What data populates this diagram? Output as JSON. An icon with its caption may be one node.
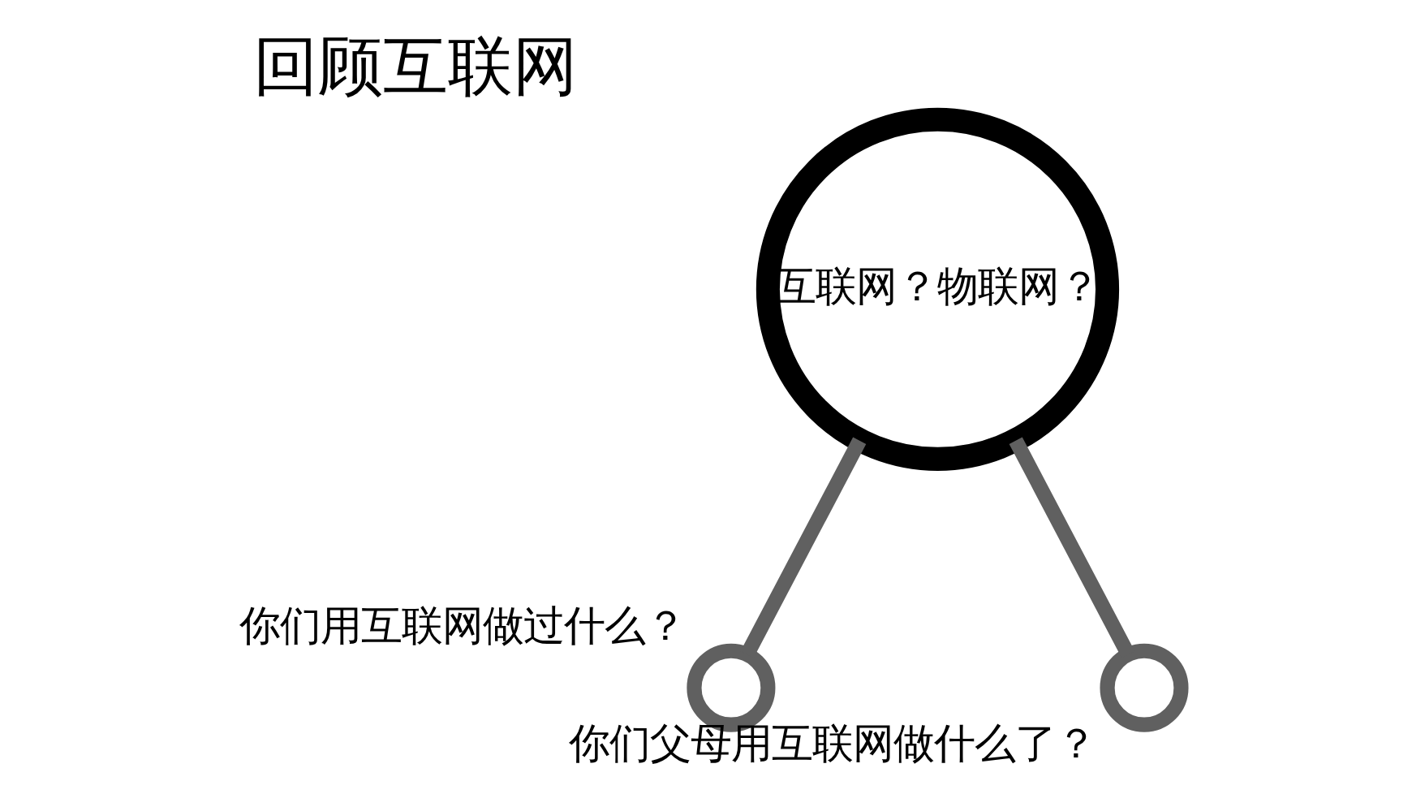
{
  "diagram": {
    "title": "回顾互联网",
    "nodes": [
      {
        "text": [
          "互联网？物联网？"
        ]
      },
      {
        "text": [],
        "shape": "circle",
        "beside": [
          "你们用互联网做过什么？"
        ]
      },
      {
        "text": [],
        "shape": "circle",
        "beside": [
          "你们父母用互联网做什么了？"
        ]
      }
    ],
    "edges": [
      {
        "from": 0,
        "to": 1,
        "arrow": "none"
      },
      {
        "from": 0,
        "to": 2,
        "arrow": "none"
      }
    ]
  }
}
